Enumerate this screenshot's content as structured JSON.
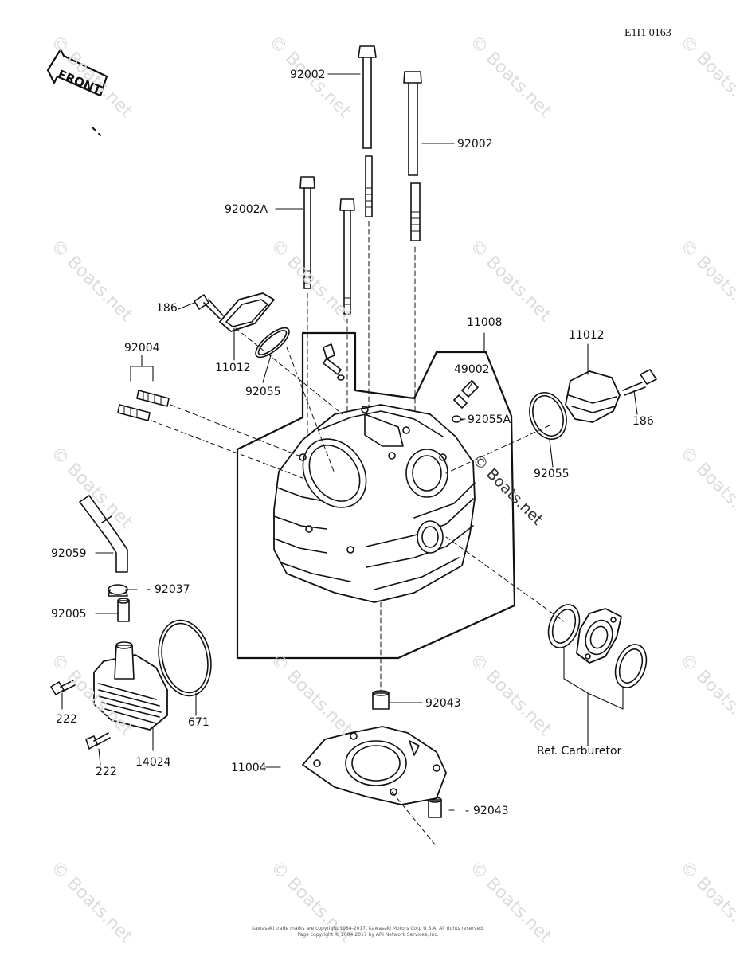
{
  "diagram_code": "E1I1 0163",
  "front_marker": "FRONT",
  "watermark_text": "© Boats.net",
  "copyright_line_1": "Kawasaki trade marks are copyright 1984-2017, Kawasaki Motors Corp U.S.A. All rights reserved.",
  "copyright_line_2": "Page copyright © 2004-2017 by ARI Network Services, Inc.",
  "parts": {
    "bolt_long_1": "92002",
    "bolt_long_2": "92002",
    "bolt_a": "92002A",
    "bolt_left_cover": "186",
    "bolt_right_cover": "186",
    "cover_left": "11012",
    "cover_right": "11012",
    "oring_left": "92055",
    "oring_right": "92055",
    "stud": "92004",
    "head_assy": "11008",
    "breather_fitting": "49002",
    "oring_small": "92055A",
    "breather_hose": "92059",
    "clamp": "92037",
    "nipple": "92005",
    "screw_1": "222",
    "screw_2": "222",
    "head_cover": "14024",
    "cover_oring": "671",
    "dowel_1": "92043",
    "dowel_2": "92043",
    "head_gasket": "11004",
    "ref_carburetor": "Ref. Carburetor"
  }
}
